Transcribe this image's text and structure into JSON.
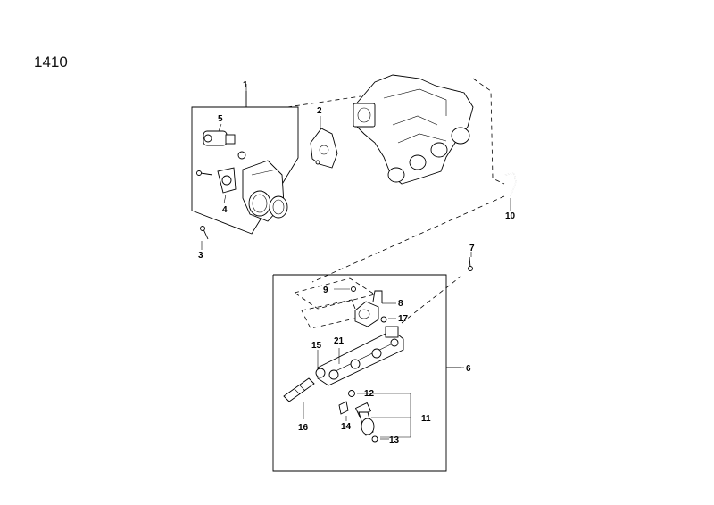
{
  "diagram": {
    "page_code": "1410",
    "callouts": {
      "c1": "1",
      "c2": "2",
      "c3": "3",
      "c4": "4",
      "c5": "5",
      "c6": "6",
      "c7": "7",
      "c8": "8",
      "c9": "9",
      "c10": "10",
      "c11": "11",
      "c12": "12",
      "c13": "13",
      "c14": "14",
      "c15": "15",
      "c16": "16",
      "c17": "17",
      "c21": "21"
    }
  }
}
